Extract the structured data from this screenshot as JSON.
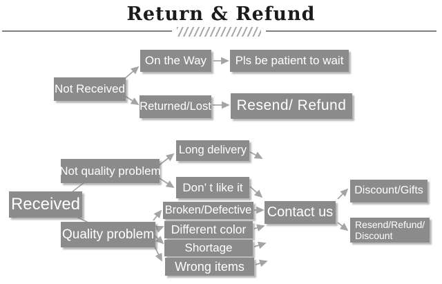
{
  "title": "Return & Refund",
  "colors": {
    "box_bg": "#8b8b8b",
    "box_text": "#ffffff",
    "arrow": "#a4a4a4",
    "divider": "#696969",
    "hatch": "#a6a6a6",
    "title_text": "#1b1b1b"
  },
  "nodes": {
    "not_received": "Not Received",
    "on_the_way": "On the Way",
    "pls_be_patient": "Pls be patient to wait",
    "returned_lost": "Returned/Lost",
    "resend_refund": "Resend/ Refund",
    "received": "Received",
    "not_quality_problem": "Not quality problem",
    "quality_problem": "Quality problem",
    "long_delivery": "Long delivery",
    "dont_like_it": "Don’ t like it",
    "broken_defective": "Broken/Defective",
    "different_color": "Different color",
    "shortage": "Shortage",
    "wrong_items": "Wrong items",
    "contact_us": "Contact us",
    "discount_gifts": "Discount/Gifts",
    "resend_refund_discount_line1": "Resend/Refund/",
    "resend_refund_discount_line2": "Discount"
  }
}
